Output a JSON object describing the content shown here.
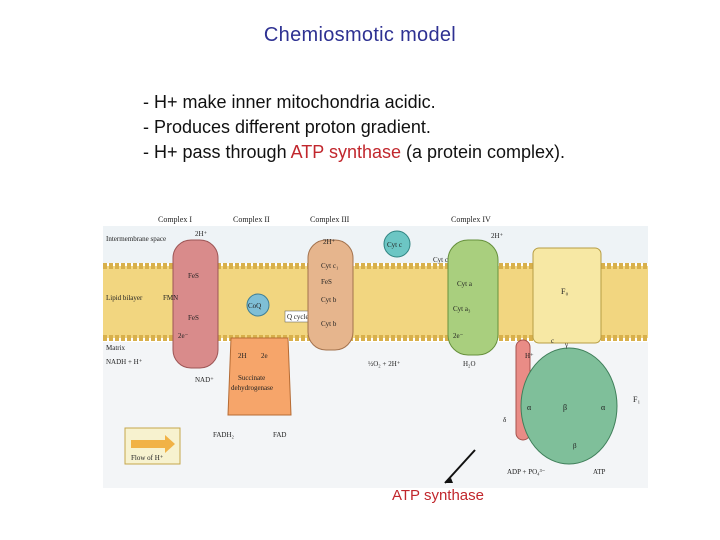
{
  "slide": {
    "title": "Chemiosmotic model",
    "bullets": [
      {
        "text": "- H+ make inner mitochondria acidic."
      },
      {
        "text": "- Produces different proton gradient."
      },
      {
        "pre": "- H+ pass through ",
        "highlight": "ATP synthase",
        "post": " (a protein complex)."
      }
    ],
    "caption": "ATP synthase"
  },
  "figure": {
    "complex_headers": [
      "Complex I",
      "Complex II",
      "Complex III",
      "Complex IV"
    ],
    "regions": {
      "intermembrane": "Intermembrane space",
      "bilayer": "Lipid bilayer",
      "matrix": "Matrix"
    },
    "complex1_labels": [
      "2H⁺",
      "FeS",
      "FMN",
      "FeS",
      "2e⁻",
      "NADH + H⁺",
      "NAD⁺"
    ],
    "complex2_labels": [
      "2H",
      "2e",
      "Succinate",
      "dehydrogenase",
      "FADH₂",
      "FAD"
    ],
    "coq_label": "CoQ",
    "qcycle_label": "Q cycle",
    "complex3_labels": [
      "2H⁺",
      "Cyt c₁",
      "FeS",
      "Cyt b",
      "Cyt b"
    ],
    "cytc_label": "Cyt c",
    "complex4_labels": [
      "2H⁺",
      "Cyt c",
      "Cyt a",
      "Cyt a₃",
      "2e⁻",
      "½O₂ + 2H⁺",
      "H₂O"
    ],
    "synthase_labels": {
      "fo": "F₀",
      "f1": "F₁",
      "hplus": "H⁺",
      "c": "c",
      "gamma": "γ",
      "alpha": "α",
      "beta": "β",
      "delta": "δ",
      "alpha2": "α",
      "beta2": "β",
      "adp": "ADP + PO₄³⁻",
      "atp": "ATP"
    },
    "legend": "Flow of H⁺",
    "colors": {
      "membrane": "#f2d680",
      "complex1": "#d98b8b",
      "complex2": "#f6a56a",
      "complex3": "#e6b58d",
      "complex4": "#a9cf7e",
      "cytc": "#6cc6c4",
      "synthase_f1": "#7fbf9a",
      "synthase_fo": "#f7e8a4",
      "synthase_stalk": "#e98c86"
    }
  }
}
